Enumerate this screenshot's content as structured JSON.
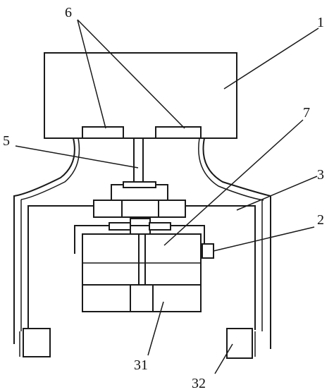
{
  "labels": {
    "l1": "1",
    "l2": "2",
    "l3": "3",
    "l5": "5",
    "l6": "6",
    "l7": "7",
    "l31": "31",
    "l32": "32"
  },
  "colors": {
    "line": "#1a1a1a",
    "background": "#ffffff"
  }
}
